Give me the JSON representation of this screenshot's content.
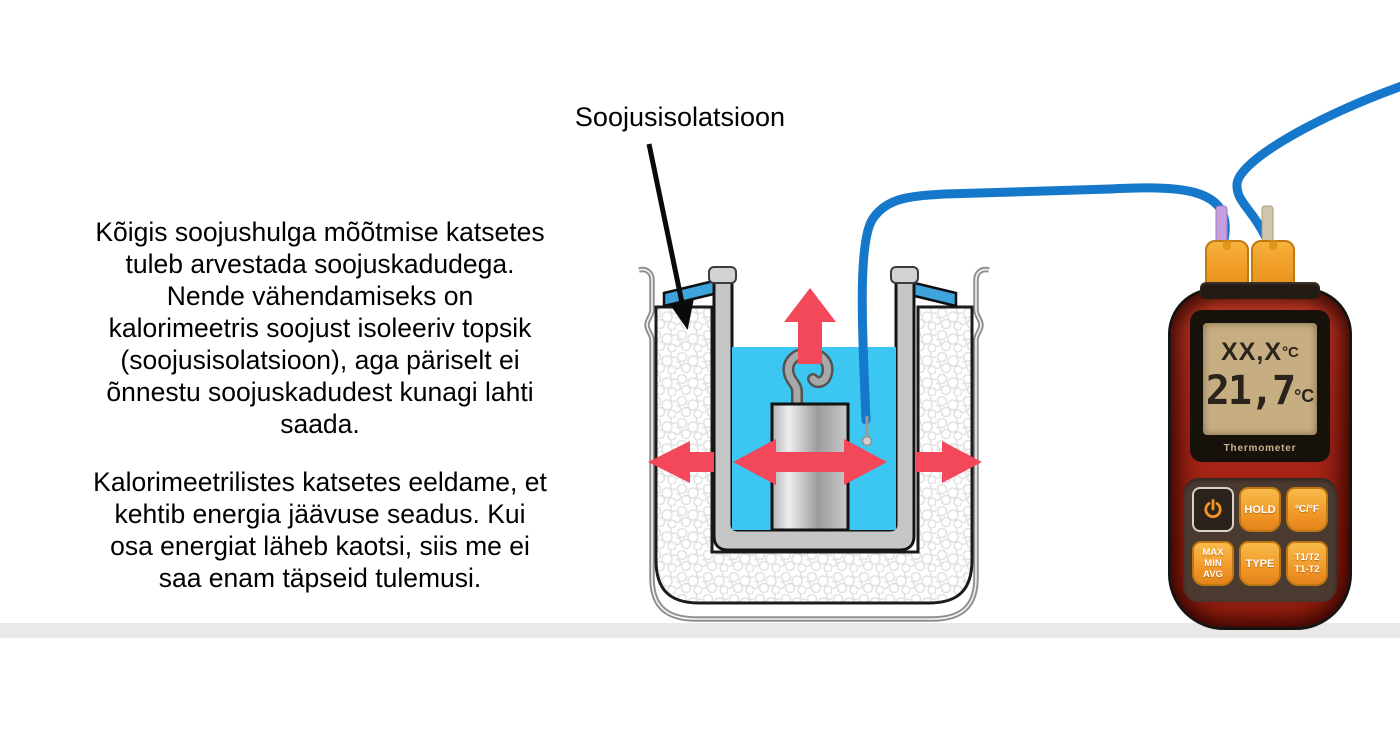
{
  "description_panel": {
    "paragraph1_lines": [
      "Kõigis soojushulga mõõtmise katsetes",
      "tuleb arvestada soojuskadudega.",
      "Nende vähendamiseks on",
      "kalorimeetris soojust isoleeriv topsik",
      "(soojusisolatsioon), aga päriselt ei",
      "õnnestu soojuskadudest kunagi lahti",
      "saada."
    ],
    "paragraph2_lines": [
      "Kalorimeetrilistes katsetes eeldame, et",
      "kehtib energia jäävuse seadus. Kui",
      "osa energiat läheb kaotsi, siis me ei",
      "saa enam täpseid tulemusi."
    ]
  },
  "diagram": {
    "insulation_label": "Soojusisolatsioon"
  },
  "thermometer": {
    "display": {
      "line1_value": "XX,X",
      "line1_unit": "°C",
      "line2_value": "21,7",
      "line2_unit": "°C",
      "brand": "Thermometer"
    },
    "buttons": {
      "hold": "HOLD",
      "c_f": "°C/°F",
      "max_min_avg": [
        "MAX",
        "MIN",
        "AVG"
      ],
      "type": "TYPE",
      "t1_t2": [
        "T1/T2",
        "T1-T2"
      ]
    }
  },
  "colors": {
    "water": "#3cc7f2",
    "lid-blue": "#3fa3dc",
    "wire-blue": "#1578cb",
    "arrow-red": "#f2485a",
    "glass-gray": "#8f8f8f",
    "foam-outline": "#1b1b1b",
    "metal-gray": "#c6c6c6",
    "lcd-tan": "#c7ae82",
    "body-red": "#a82517",
    "button-orange": "#f09324",
    "connector-orange": "#f1a02c",
    "panel-brown": "#4a3a30",
    "table-gray": "#e9e9e9",
    "ink": "#000000"
  }
}
